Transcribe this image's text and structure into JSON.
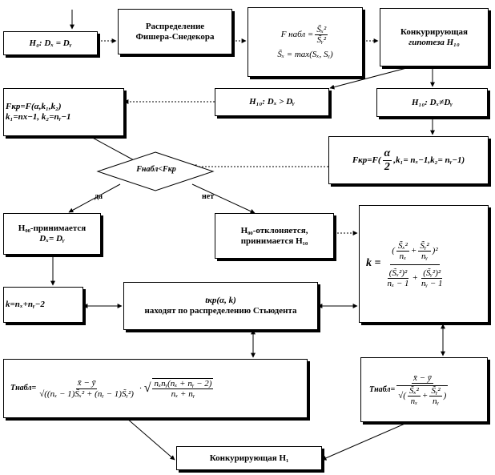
{
  "h0_start": "H₀: Dₓ = Dᵧ",
  "fisher_box": {
    "line1": "Распределение",
    "line2": "Фишера-Снедекора"
  },
  "f_obs_box": {
    "lhs": "F набл =",
    "num": "S̃ₓ²",
    "den": "S̃ᵧ²",
    "line2": "S̃ₓ = max(Sₓ, Sᵧ)"
  },
  "competing_hyp_box": {
    "line1": "Конкурирующая",
    "line2": "гипотеза H₁₀"
  },
  "fkr_one_sided": {
    "line1": "Fкр=F(α,k₁,k₂)",
    "line2": "k₁=nх−1, k₂=nᵧ−1"
  },
  "h10_greater": "H₁₀: Dₓ > Dᵧ",
  "h10_not_equal": "H₁₀: Dₓ≠Dᵧ",
  "fkr_two_sided": {
    "prefix": "Fкр=F(",
    "num": "α",
    "den": "2",
    "suffix": ",k₁= nₓ−1,k₂= nᵧ−1)"
  },
  "decision_diamond": "Fнабл<Fкр",
  "label_yes": "да",
  "label_no": "нет",
  "h0_accepted": {
    "line1": "H₀₀-принимается",
    "line2": "Dₓ= Dᵧ"
  },
  "h0_rejected": {
    "line1": "H₀₀-отклоняется,",
    "line2": "принимается H₁₀"
  },
  "k_formula": {
    "lhs": "k =",
    "num_a": "S̃ₓ²",
    "num_a_den": "nₓ",
    "num_b": "S̃ᵧ²",
    "num_b_den": "nᵧ",
    "den_a_num": "(S̃ₓ²)²",
    "den_a_den": "nₓ − 1",
    "den_b_num": "(S̃ᵧ²)²",
    "den_b_den": "nᵧ − 1"
  },
  "k_simple": "k=nₓ+nᵧ−2",
  "student_box": {
    "line1": "tкр(α,  k)",
    "line2": "находят по распределению Стьюдента"
  },
  "t_obs_equal": {
    "lhs": "Tнабл=",
    "num": "x̄ − ȳ",
    "den": "√((nₓ − 1)S̃ₓ² + (nᵧ − 1)S̃ᵧ²)",
    "root_num": "nₓnᵧ(nₓ + nᵧ − 2)",
    "root_den": "nₓ + nᵧ"
  },
  "t_obs_unequal": {
    "lhs": "Tнабл=",
    "num": "x̄ − ȳ",
    "den_a": "S̃ₓ²",
    "den_a_sub": "nₓ",
    "den_b": "S̃ᵧ²",
    "den_b_sub": "nᵧ"
  },
  "competing_h1": "Конкурирующая H₁"
}
